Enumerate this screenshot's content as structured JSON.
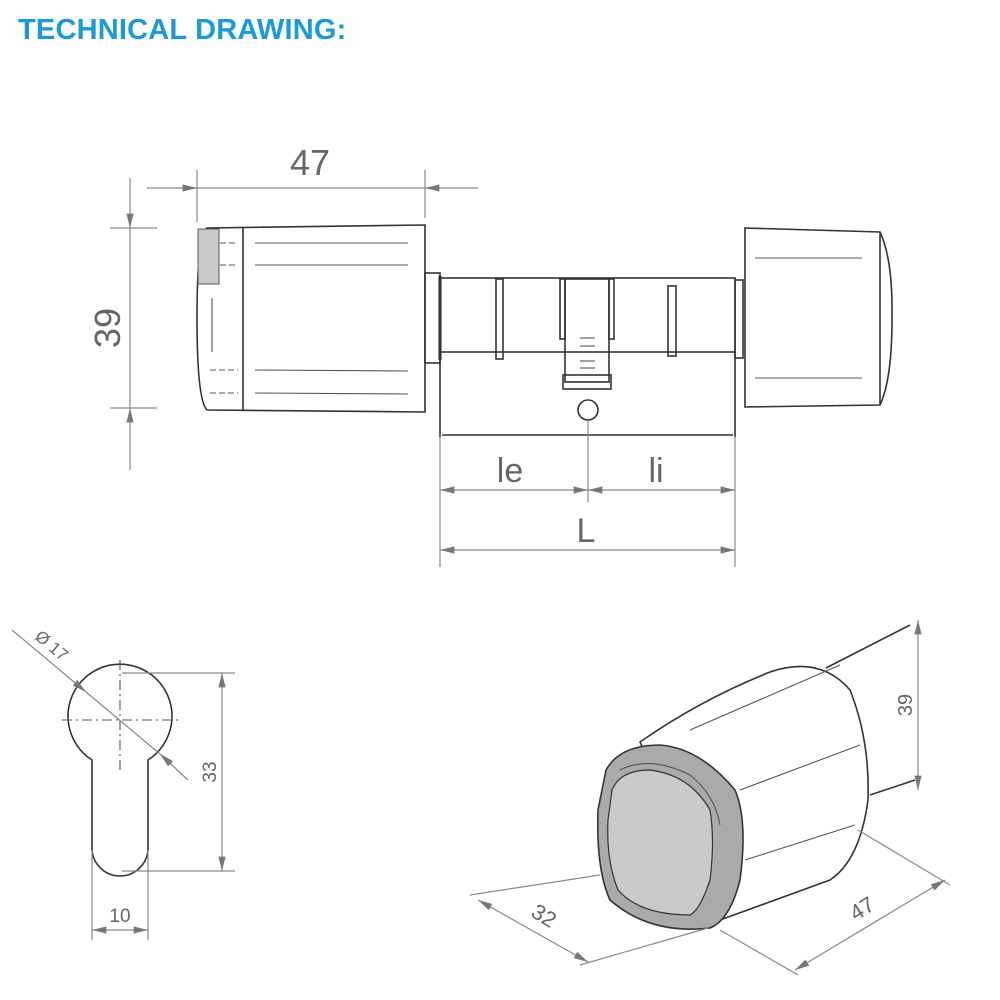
{
  "title": "TECHNICAL DRAWING:",
  "side_view": {
    "knob_width": "47",
    "knob_height": "39",
    "le": "le",
    "li": "li",
    "L": "L"
  },
  "profile_view": {
    "diameter": "Ø 17",
    "height": "33",
    "width": "10"
  },
  "iso_view": {
    "height": "39",
    "front_width": "32",
    "length": "47"
  },
  "colors": {
    "title": "#1a9ad6",
    "shading": "#a9aaa9"
  }
}
